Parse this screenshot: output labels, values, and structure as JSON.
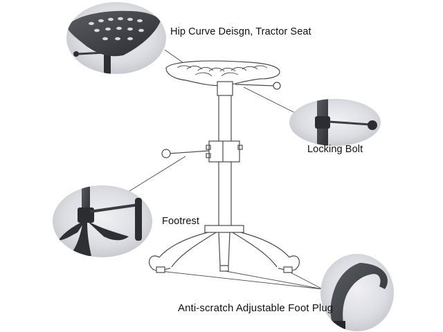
{
  "labels": {
    "seat": "Hip Curve Deisgn, Tractor Seat",
    "bolt": "Locking Bolt",
    "footrest": "Footrest",
    "plug": "Anti-scratch Adjustable Foot Plug"
  },
  "colors": {
    "background": "#ffffff",
    "line": "#4a4a4a",
    "iron": "#3a3c40",
    "circle_bg": "#dcdde1"
  }
}
